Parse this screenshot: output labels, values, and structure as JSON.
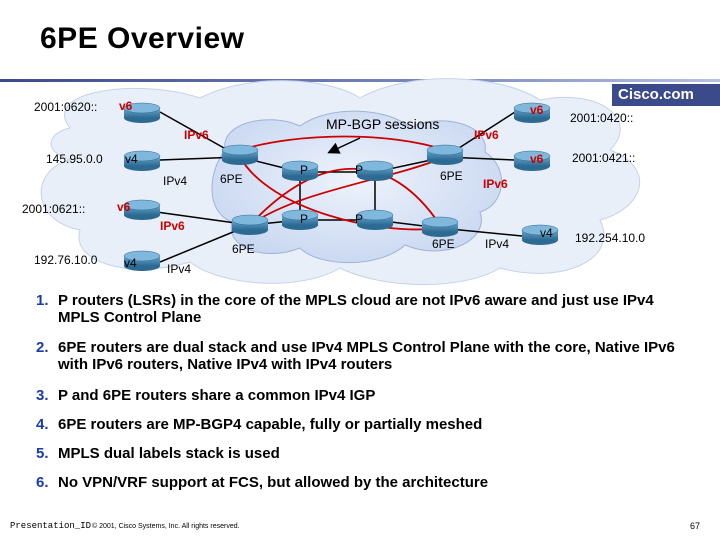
{
  "title": "6PE Overview",
  "brand": "Cisco.com",
  "diagram": {
    "session_label": "MP-BGP sessions",
    "left_prefixes": [
      "2001:0620::",
      "145.95.0.0",
      "2001:0621::",
      "192.76.10.0"
    ],
    "right_prefixes": [
      "2001:0420::",
      "2001:0421::",
      "192.254.10.0"
    ],
    "version_tags": [
      "v6",
      "v4",
      "v6",
      "v4",
      "v6",
      "v6",
      "v4"
    ],
    "link_labels": [
      "IPv6",
      "IPv4",
      "IPv6",
      "IPv4",
      "IPv6",
      "IPv6",
      "IPv4"
    ],
    "router_labels": [
      "6PE",
      "P",
      "P",
      "6PE",
      "P",
      "P",
      "6PE",
      "6PE"
    ]
  },
  "points": [
    {
      "num": "1.",
      "text": "P routers (LSRs) in the core of the MPLS cloud are not IPv6 aware and just use IPv4 MPLS Control Plane"
    },
    {
      "num": "2.",
      "text": "6PE routers are dual stack and use IPv4 MPLS Control Plane with the core, Native IPv6 with IPv6 routers, Native IPv4 with IPv4 routers"
    },
    {
      "num": "3.",
      "text": "P and 6PE routers share a common IPv4 IGP"
    },
    {
      "num": "4.",
      "text": "6PE routers are MP-BGP4 capable, fully or partially meshed"
    },
    {
      "num": "5.",
      "text": "MPLS dual labels stack is used"
    },
    {
      "num": "6.",
      "text": "No VPN/VRF support at FCS, but allowed by the architecture"
    }
  ],
  "footer": {
    "left": "Presentation_ID",
    "center": "© 2001, Cisco Systems, Inc. All rights reserved.",
    "page": "67"
  },
  "colors": {
    "accent": "#1a3ca8",
    "cloud": "#dbe6f8",
    "ipv6": "#cc0000",
    "router": "#3d7fa8"
  }
}
